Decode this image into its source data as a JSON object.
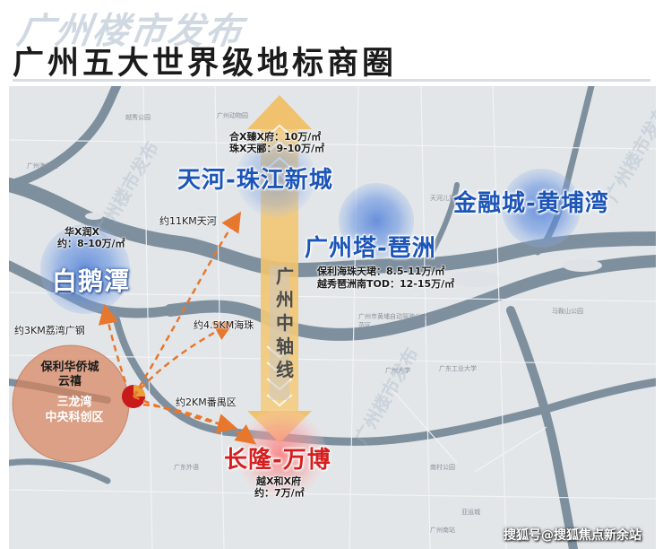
{
  "header": {
    "watermark": "广州楼市发布",
    "title": "广州五大世界级地标商圈"
  },
  "zones": {
    "tianhe": "天河-珠江新城",
    "jinrong": "金融城-黄埔湾",
    "baietan": "白鹅潭",
    "canton_tower": "广州塔-琶洲",
    "changlong": "长隆-万博"
  },
  "projects": {
    "tianhe": [
      "合X臻X府：10万/㎡",
      "珠X天郦：9-10万/㎡"
    ],
    "baietan": [
      "华X润X",
      "约：8-10万/㎡"
    ],
    "canton_tower": [
      "保利海珠天珺：8.5-11万/㎡",
      "越秀琶洲南TOD：12-15万/㎡"
    ],
    "changlong": [
      "越X和X府",
      "约：7万/㎡"
    ]
  },
  "core": {
    "baoli_line1": "保利华侨城",
    "baoli_line2": "云禧",
    "sanlong_line1": "三龙湾",
    "sanlong_line2": "中央科创区"
  },
  "distances": {
    "tianhe": "约11KM天河",
    "haizhu": "约4.5KM海珠",
    "panyu": "约2KM番禺区",
    "liwan": "约3KM荔湾广钢"
  },
  "central_axis": [
    "广",
    "州",
    "中",
    "轴",
    "线"
  ],
  "map_labels": [
    "越秀公园",
    "广州动物园",
    "天河儿童公园",
    "广州海事局",
    "广州市黄埔自动驾驶公交示范区",
    "广州大学",
    "广东工业大学",
    "马鞍山公园",
    "南村公园",
    "广东外语",
    "亚运城",
    "广州南站"
  ],
  "footer": {
    "credit": "搜狐号@搜狐焦点新余站"
  },
  "colors": {
    "zone_blue": "#1c55b8",
    "zone_red": "#d51f1f",
    "arrow_orange": "#e8772e",
    "core_circle": "#d9825a",
    "core_red": "#c8191b",
    "axis_yellow": "#f1c26e",
    "river": "#7e8f9e",
    "land": "#dfe2e6"
  },
  "icons": {
    "core_marker": "red-dot-icon",
    "axis_arrows": "double-arrow-icon"
  }
}
